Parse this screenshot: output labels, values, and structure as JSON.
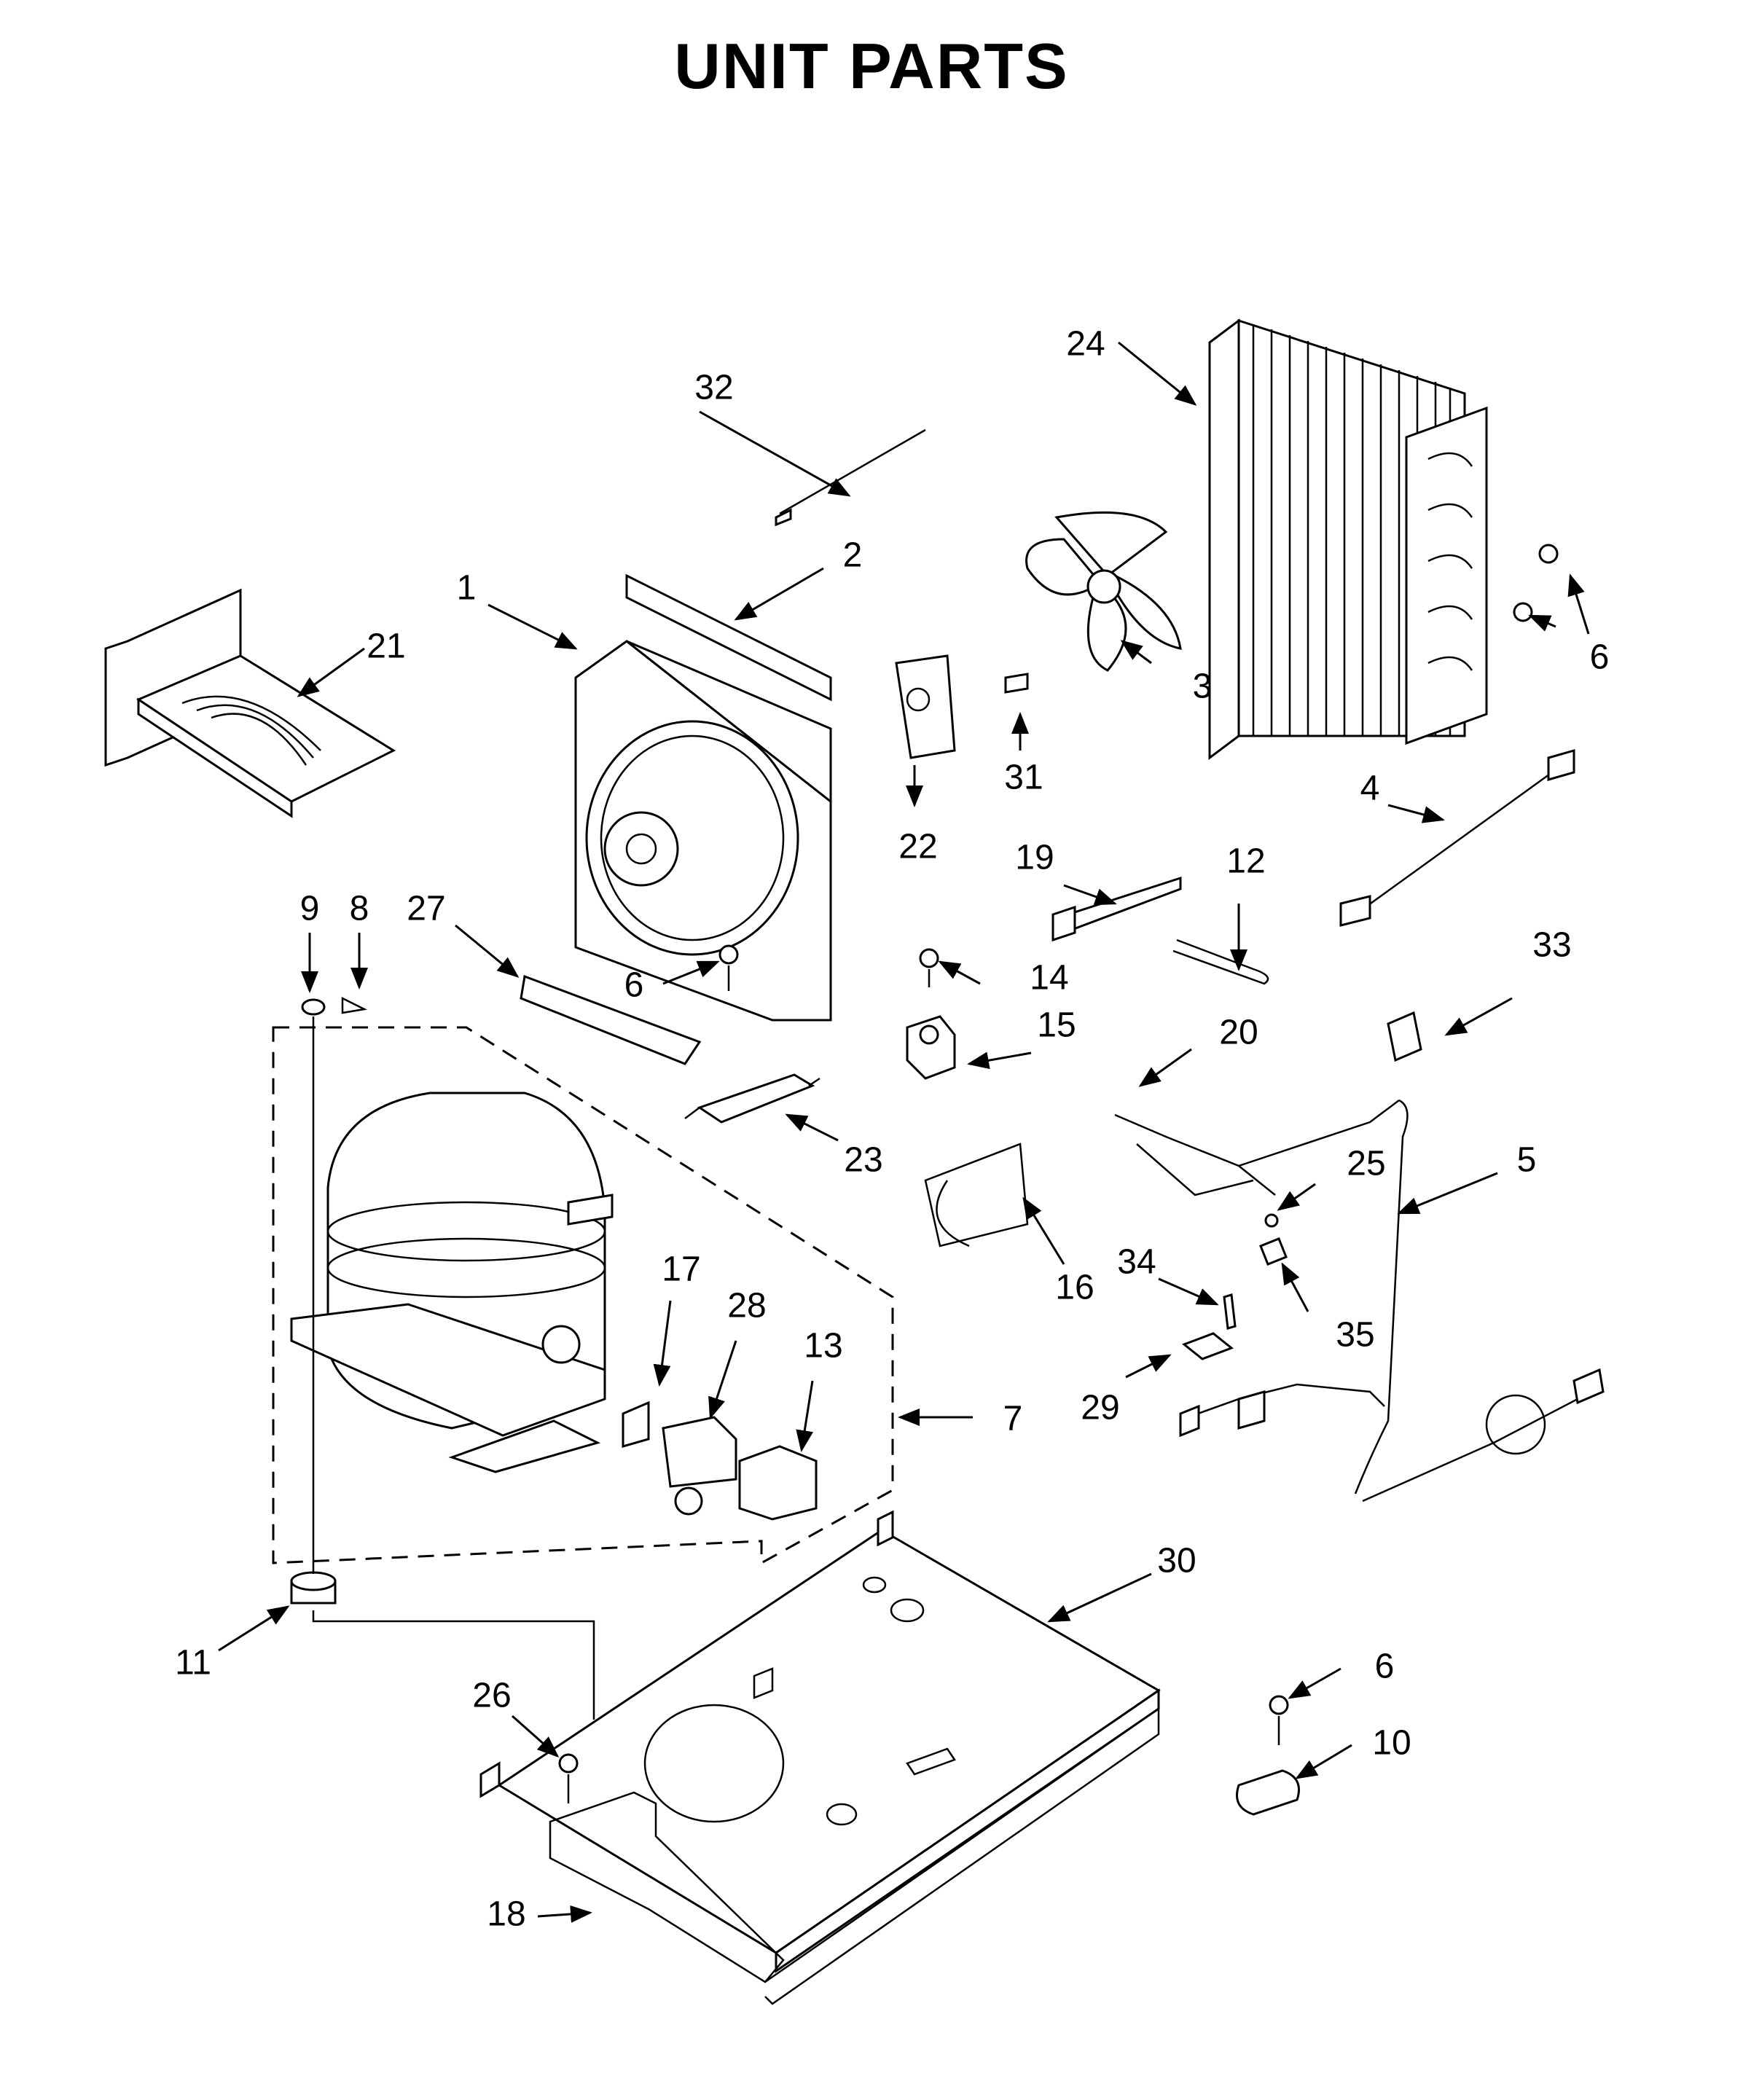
{
  "title": "UNIT PARTS",
  "callouts": {
    "c1": "1",
    "c2": "2",
    "c3": "3",
    "c4": "4",
    "c5": "5",
    "c6a": "6",
    "c6b": "6",
    "c6c": "6",
    "c7": "7",
    "c8": "8",
    "c9": "9",
    "c10": "10",
    "c11": "11",
    "c12": "12",
    "c13": "13",
    "c14": "14",
    "c15": "15",
    "c16": "16",
    "c17": "17",
    "c18": "18",
    "c19": "19",
    "c20": "20",
    "c21": "21",
    "c22": "22",
    "c23": "23",
    "c24": "24",
    "c25": "25",
    "c26": "26",
    "c27": "27",
    "c28": "28",
    "c29": "29",
    "c30": "30",
    "c31": "31",
    "c32": "32",
    "c33": "33",
    "c34": "34",
    "c35": "35"
  }
}
